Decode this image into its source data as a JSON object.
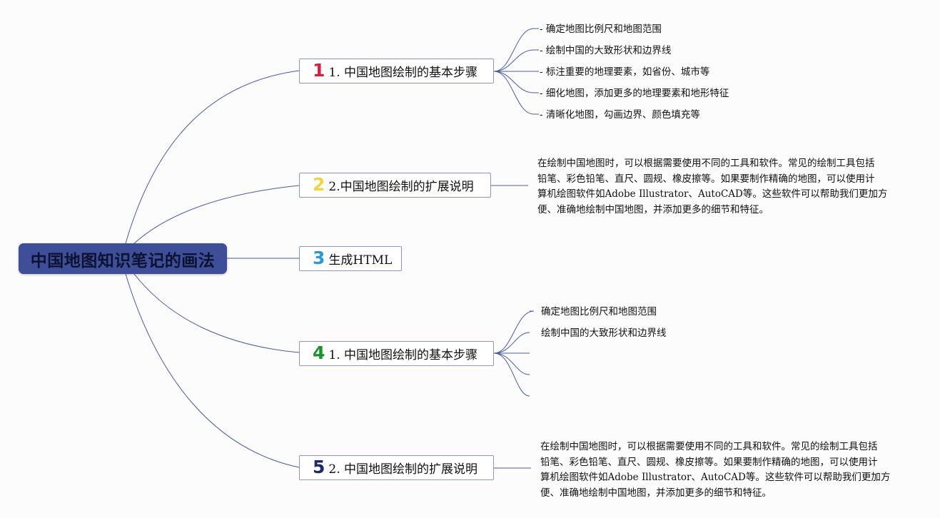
{
  "colors": {
    "root_fill": "#3f4e99",
    "connector": "#4a5aa0",
    "topic_border": "#8c98c4",
    "num_1": "#d4223a",
    "num_2": "#f0d545",
    "num_3": "#2d97d2",
    "num_4": "#1f8f2f",
    "num_5": "#1c2a66"
  },
  "root": {
    "label": "中国地图知识笔记的画法"
  },
  "topics": [
    {
      "num": "1",
      "label": "1. 中国地图绘制的基本步骤",
      "children": [
        "- 确定地图比例尺和地图范围",
        "- 绘制中国的大致形状和边界线",
        "- 标注重要的地理要素，如省份、城市等",
        "- 细化地图，添加更多的地理要素和地形特征",
        "- 清晰化地图，勾画边界、颜色填充等"
      ]
    },
    {
      "num": "2",
      "label": "2.中国地图绘制的扩展说明",
      "paragraph": "在绘制中国地图时，可以根据需要使用不同的工具和软件。常见的绘制工具包括\n铅笔、彩色铅笔、直尺、圆规、橡皮擦等。如果要制作精确的地图，可以使用计\n算机绘图软件如Adobe Illustrator、AutoCAD等。这些软件可以帮助我们更加方\n便、准确地绘制中国地图，并添加更多的细节和特征。"
    },
    {
      "num": "3",
      "label": "生成HTML"
    },
    {
      "num": "4",
      "label": "1. 中国地图绘制的基本步骤",
      "children": [
        "确定地图比例尺和地图范围",
        "绘制中国的大致形状和边界线"
      ]
    },
    {
      "num": "5",
      "label": "2. 中国地图绘制的扩展说明",
      "paragraph": "在绘制中国地图时，可以根据需要使用不同的工具和软件。常见的绘制工具包括\n铅笔、彩色铅笔、直尺、圆规、橡皮擦等。如果要制作精确的地图，可以使用计\n算机绘图软件如Adobe Illustrator、AutoCAD等。这些软件可以帮助我们更加方\n便、准确地绘制中国地图，并添加更多的细节和特征。"
    }
  ]
}
